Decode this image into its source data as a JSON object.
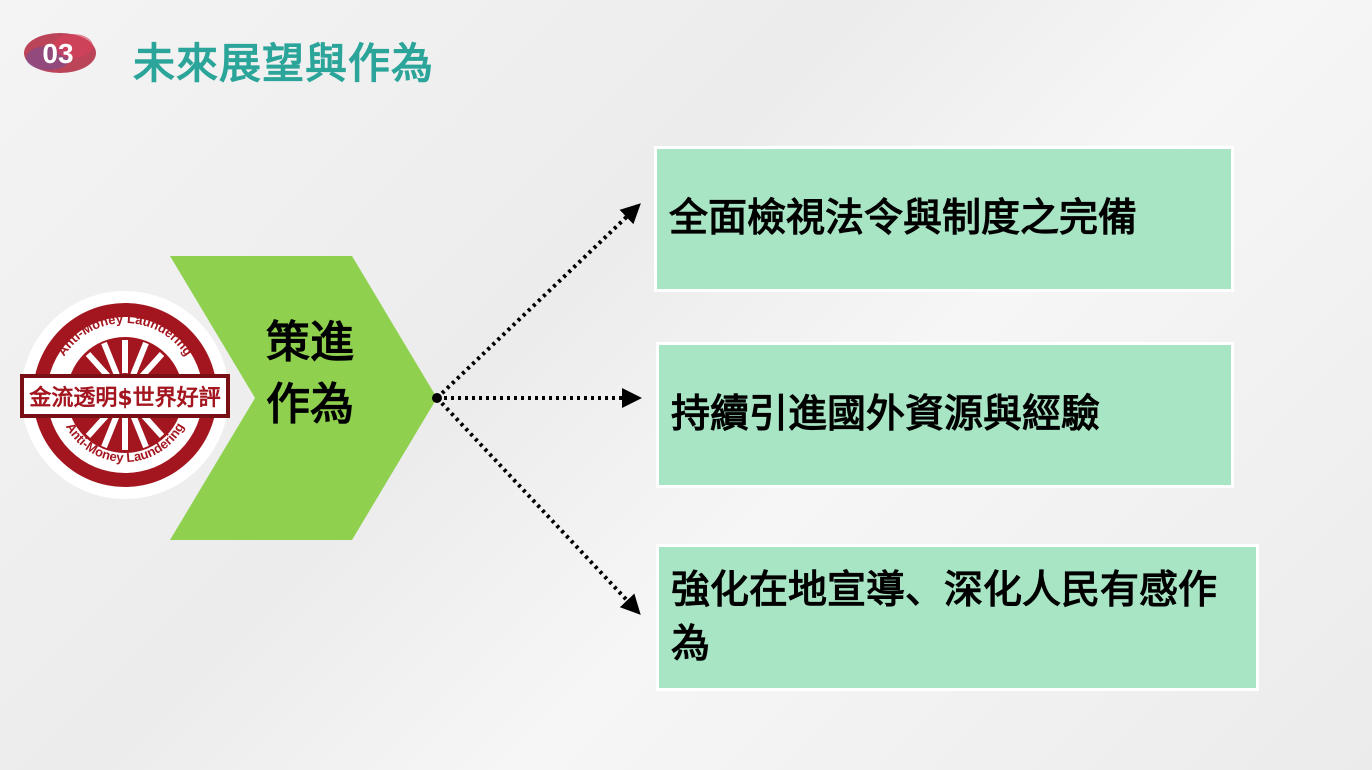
{
  "header": {
    "section_number": "03",
    "title": "未來展望與作為"
  },
  "logo": {
    "top_arc": "Anti-Money Laundering",
    "banner": "金流透明$世界好評",
    "bottom_arc": "Anti-Money Laundering"
  },
  "center": {
    "line1": "策進",
    "line2": "作為"
  },
  "items": [
    {
      "text": "全面檢視法令與制度之完備"
    },
    {
      "text": "持續引進國外資源與經驗"
    },
    {
      "text": "強化在地宣導、深化人民有感作為"
    }
  ],
  "colors": {
    "title": "#2ba59a",
    "chevron": "#8fd14f",
    "box": "#a8e5c5",
    "logo_red": "#a4161f"
  }
}
